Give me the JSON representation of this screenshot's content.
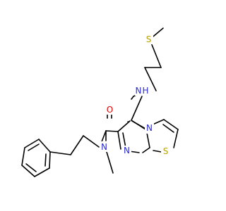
{
  "molecule": {
    "atoms": [
      {
        "symbol": "S",
        "color": "#b8a000"
      },
      {
        "symbol": "N",
        "hydrogens": "H",
        "color": "#2b2bcc"
      },
      {
        "symbol": "O",
        "color": "#dd0000"
      },
      {
        "symbol": "N",
        "color": "#2b2bcc"
      },
      {
        "symbol": "N",
        "color": "#2b2bcc"
      },
      {
        "symbol": "N",
        "color": "#2b2bcc"
      },
      {
        "symbol": "S",
        "color": "#b8a000"
      }
    ]
  }
}
